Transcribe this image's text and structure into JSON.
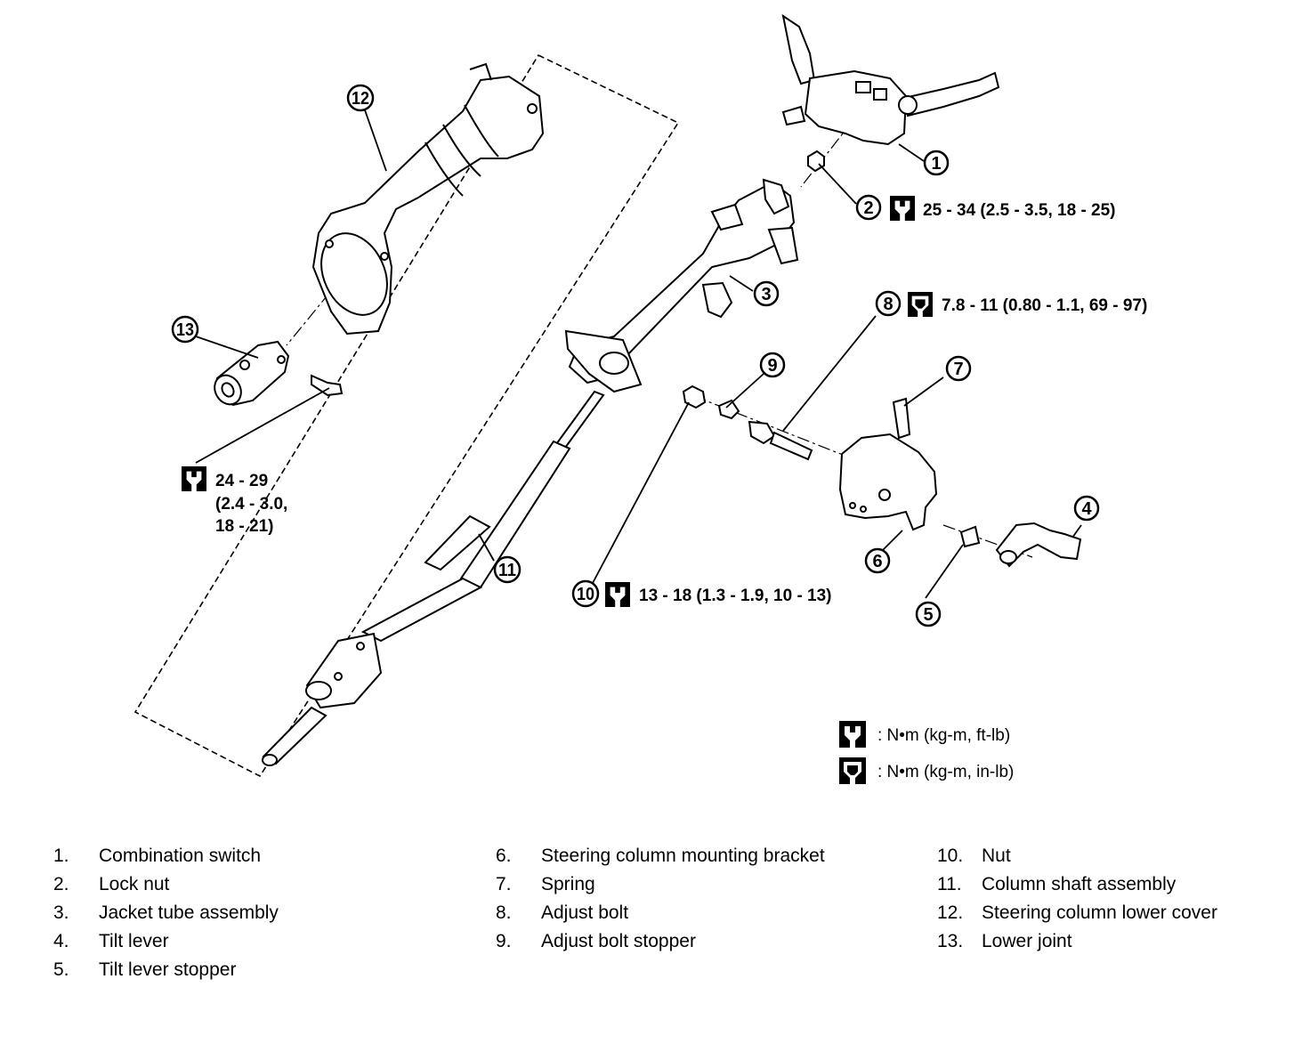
{
  "callouts": {
    "c1": "1",
    "c2": "2",
    "c3": "3",
    "c4": "4",
    "c5": "5",
    "c6": "6",
    "c7": "7",
    "c8": "8",
    "c9": "9",
    "c10": "10",
    "c11": "11",
    "c12": "12",
    "c13": "13"
  },
  "torque_specs": {
    "lock_nut": "25 - 34 (2.5 - 3.5, 18 - 25)",
    "adjust_bolt": "7.8 - 11 (0.80 - 1.1, 69 - 97)",
    "nut": "13 - 18 (1.3 - 1.9, 10 - 13)",
    "lower_joint_bolt": [
      "24 - 29",
      "(2.4 - 3.0,",
      "18 - 21)"
    ]
  },
  "legend": {
    "ftlb": ": N•m (kg-m, ft-lb)",
    "inlb": ": N•m (kg-m, in-lb)"
  },
  "icons": {
    "torque_ftlb": "torque-wrench-ftlb-icon",
    "torque_inlb": "torque-wrench-inlb-icon"
  },
  "parts": [
    {
      "num": "1.",
      "name": "Combination switch"
    },
    {
      "num": "2.",
      "name": "Lock nut"
    },
    {
      "num": "3.",
      "name": "Jacket tube assembly"
    },
    {
      "num": "4.",
      "name": "Tilt lever"
    },
    {
      "num": "5.",
      "name": "Tilt lever stopper"
    },
    {
      "num": "6.",
      "name": "Steering column mounting bracket"
    },
    {
      "num": "7.",
      "name": "Spring"
    },
    {
      "num": "8.",
      "name": "Adjust bolt"
    },
    {
      "num": "9.",
      "name": "Adjust bolt stopper"
    },
    {
      "num": "10.",
      "name": "Nut"
    },
    {
      "num": "11.",
      "name": "Column shaft assembly"
    },
    {
      "num": "12.",
      "name": "Steering column lower cover"
    },
    {
      "num": "13.",
      "name": "Lower joint"
    }
  ]
}
